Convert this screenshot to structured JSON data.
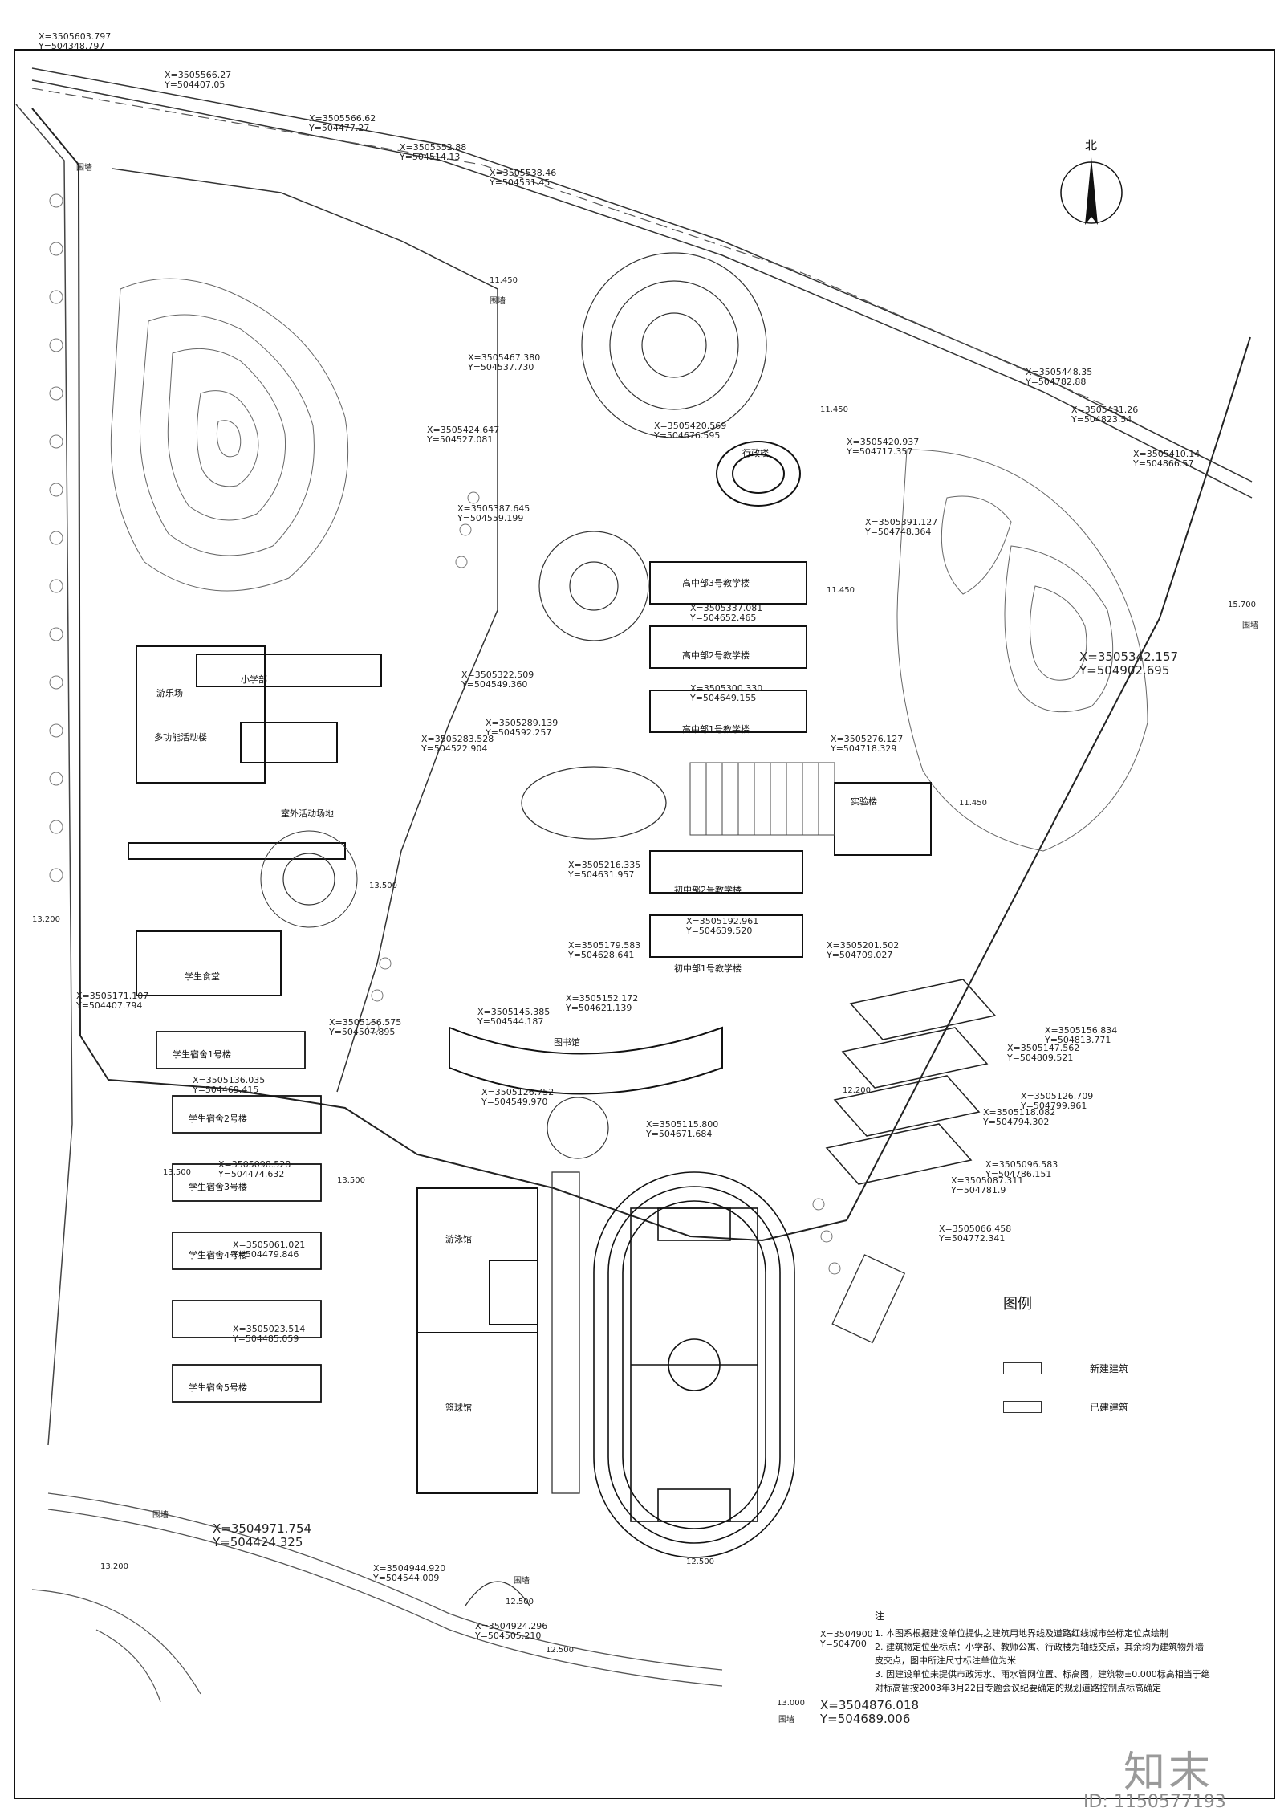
{
  "plan": {
    "north_label": "北",
    "coordinates": [
      {
        "x": "X=3505603.797",
        "y": "Y=504348.797"
      },
      {
        "x": "X=3505566.27",
        "y": "Y=504407.05"
      },
      {
        "x": "X=3505566.62",
        "y": "Y=504477.27"
      },
      {
        "x": "X=3505552.88",
        "y": "Y=504514.13"
      },
      {
        "x": "X=3505538.46",
        "y": "Y=504551.45"
      },
      {
        "x": "X=3505467.380",
        "y": "Y=504537.730"
      },
      {
        "x": "X=3505448.35",
        "y": "Y=504782.88"
      },
      {
        "x": "X=3505431.26",
        "y": "Y=504823.54"
      },
      {
        "x": "X=3505410.14",
        "y": "Y=504866.57"
      },
      {
        "x": "X=3505424.647",
        "y": "Y=504527.081"
      },
      {
        "x": "X=3505387.645",
        "y": "Y=504559.199"
      },
      {
        "x": "X=3505420.569",
        "y": "Y=504676.595"
      },
      {
        "x": "X=3505420.937",
        "y": "Y=504717.357"
      },
      {
        "x": "X=3505391.127",
        "y": "Y=504748.364"
      },
      {
        "x": "X=3505342.157",
        "y": "Y=504902.695"
      },
      {
        "x": "X=3505322.509",
        "y": "Y=504549.360"
      },
      {
        "x": "X=3505337.081",
        "y": "Y=504652.465"
      },
      {
        "x": "X=3505300.330",
        "y": "Y=504649.155"
      },
      {
        "x": "X=3505276.127",
        "y": "Y=504718.329"
      },
      {
        "x": "X=3505283.528",
        "y": "Y=504522.904"
      },
      {
        "x": "X=3505289.139",
        "y": "Y=504592.257"
      },
      {
        "x": "X=3505216.335",
        "y": "Y=504631.957"
      },
      {
        "x": "X=3505192.961",
        "y": "Y=504639.520"
      },
      {
        "x": "X=3505201.502",
        "y": "Y=504709.027"
      },
      {
        "x": "X=3505179.583",
        "y": "Y=504628.641"
      },
      {
        "x": "X=3505171.107",
        "y": "Y=504407.794"
      },
      {
        "x": "X=3505156.575",
        "y": "Y=504507.895"
      },
      {
        "x": "X=3505145.385",
        "y": "Y=504544.187"
      },
      {
        "x": "X=3505152.172",
        "y": "Y=504621.139"
      },
      {
        "x": "X=3505156.834",
        "y": "Y=504813.771"
      },
      {
        "x": "X=3505147.562",
        "y": "Y=504809.521"
      },
      {
        "x": "X=3505136.035",
        "y": "Y=504469.415"
      },
      {
        "x": "X=3505126.752",
        "y": "Y=504549.970"
      },
      {
        "x": "X=3505126.709",
        "y": "Y=504799.961"
      },
      {
        "x": "X=3505118.082",
        "y": "Y=504794.302"
      },
      {
        "x": "X=3505115.800",
        "y": "Y=504671.684"
      },
      {
        "x": "X=3505098.528",
        "y": "Y=504474.632"
      },
      {
        "x": "X=3505096.583",
        "y": "Y=504786.151"
      },
      {
        "x": "X=3505087.311",
        "y": "Y=504781.9"
      },
      {
        "x": "X=3505066.458",
        "y": "Y=504772.341"
      },
      {
        "x": "X=3505061.021",
        "y": "Y=504479.846"
      },
      {
        "x": "X=3505023.514",
        "y": "Y=504485.059"
      },
      {
        "x": "X=3504971.754",
        "y": "Y=504424.325"
      },
      {
        "x": "X=3504944.920",
        "y": "Y=504544.009"
      },
      {
        "x": "X=3504924.296",
        "y": "Y=504505.210"
      },
      {
        "x": "X=3504900",
        "y": "Y=504700"
      },
      {
        "x": "X=3504876.018",
        "y": "Y=504689.006"
      }
    ],
    "buildings": [
      "行政楼",
      "高中部3号教学楼",
      "高中部2号教学楼",
      "高中部1号教学楼",
      "实验楼",
      "初中部2号教学楼",
      "初中部1号教学楼",
      "图书馆",
      "学生食堂",
      "学生宿舍1号楼",
      "学生宿舍2号楼",
      "学生宿舍3号楼",
      "学生宿舍4号楼",
      "学生宿舍5号楼",
      "游泳馆",
      "篮球馆",
      "多功能活动楼",
      "室外活动场地",
      "小学部",
      "游乐场"
    ],
    "elevations": [
      "11.450",
      "11.450",
      "11.450",
      "13.500",
      "13.200",
      "12.500",
      "12.200",
      "13.000",
      "15.700",
      "11.450",
      "13.500",
      "13.500",
      "12.500",
      "12.500",
      "13.200"
    ],
    "wall_label": "围墙"
  },
  "legend": {
    "title": "图例",
    "items": [
      {
        "label": "新建建筑"
      },
      {
        "label": "已建建筑"
      }
    ]
  },
  "notes": {
    "title": "注",
    "items": [
      "1. 本图系根据建设单位提供之建筑用地界线及道路红线城市坐标定位点绘制",
      "2. 建筑物定位坐标点：小学部、教师公寓、行政楼为轴线交点，其余均为建筑物外墙皮交点，图中所注尺寸标注单位为米",
      "3. 因建设单位未提供市政污水、雨水管网位置、标高图，建筑物±0.000标高相当于绝对标高暂按2003年3月22日专题会议纪要确定的规划道路控制点标高确定"
    ]
  },
  "watermark": {
    "brand": "知末",
    "image_id": "ID: 1150577193"
  }
}
